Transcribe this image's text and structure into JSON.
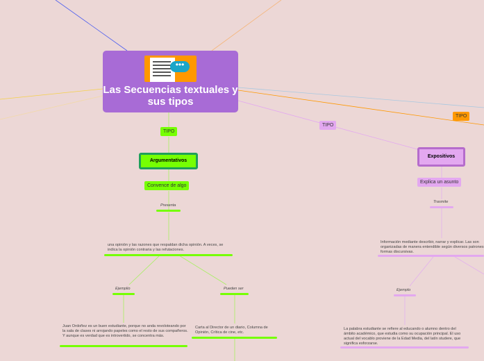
{
  "central": {
    "title": "Las Secuencias textuales y sus tipos",
    "icon": "document-chat-icon"
  },
  "colors": {
    "central": "#a86bd6",
    "green": "#76ff03",
    "green_border": "#1fa05a",
    "purple": "#e3a8f0",
    "purple_border": "#b56ccc",
    "orange": "#ff9800"
  },
  "left": {
    "tipo": "TIPO",
    "type": "Argumentativos",
    "desc": "Convence de algo",
    "rel1": "Presenta",
    "detail": "una opinión y las razones que respaldan dicha opinión. A veces, se indica la opinión contraria y las refutaciones.",
    "rel2": "Ejemplio",
    "example": "Juan Ordoñez es un buen estudiante, porque no anda revoloteando por la sala de clases ni arrojando papeles como el resto de sus compañeros. Y aunque es verdad que es introvertido, se concentra más.",
    "rel3": "Pueden ser",
    "kinds": "Carta al Director de un diario, Columna de Opinión, Crítica de cine, etc."
  },
  "right": {
    "tipo": "TIPO",
    "type": "Expositivos",
    "desc": "Explica un asunto",
    "rel1": "Trasmite",
    "detail": "Información mediante describir, narrar y explicar. Las son organizadas de manera entendible según diversos patrones y formas discursivas.",
    "rel2": "Ejemplo",
    "example": "La palabra estudiante se refiere al educando o alumno dentro del ámbito académico, que estudia como su ocupación principal. El uso actual del vocablo proviene de la Edad Media, del latín studere, que significa esforzarse."
  },
  "far_right": {
    "tipo": "TIPO"
  }
}
